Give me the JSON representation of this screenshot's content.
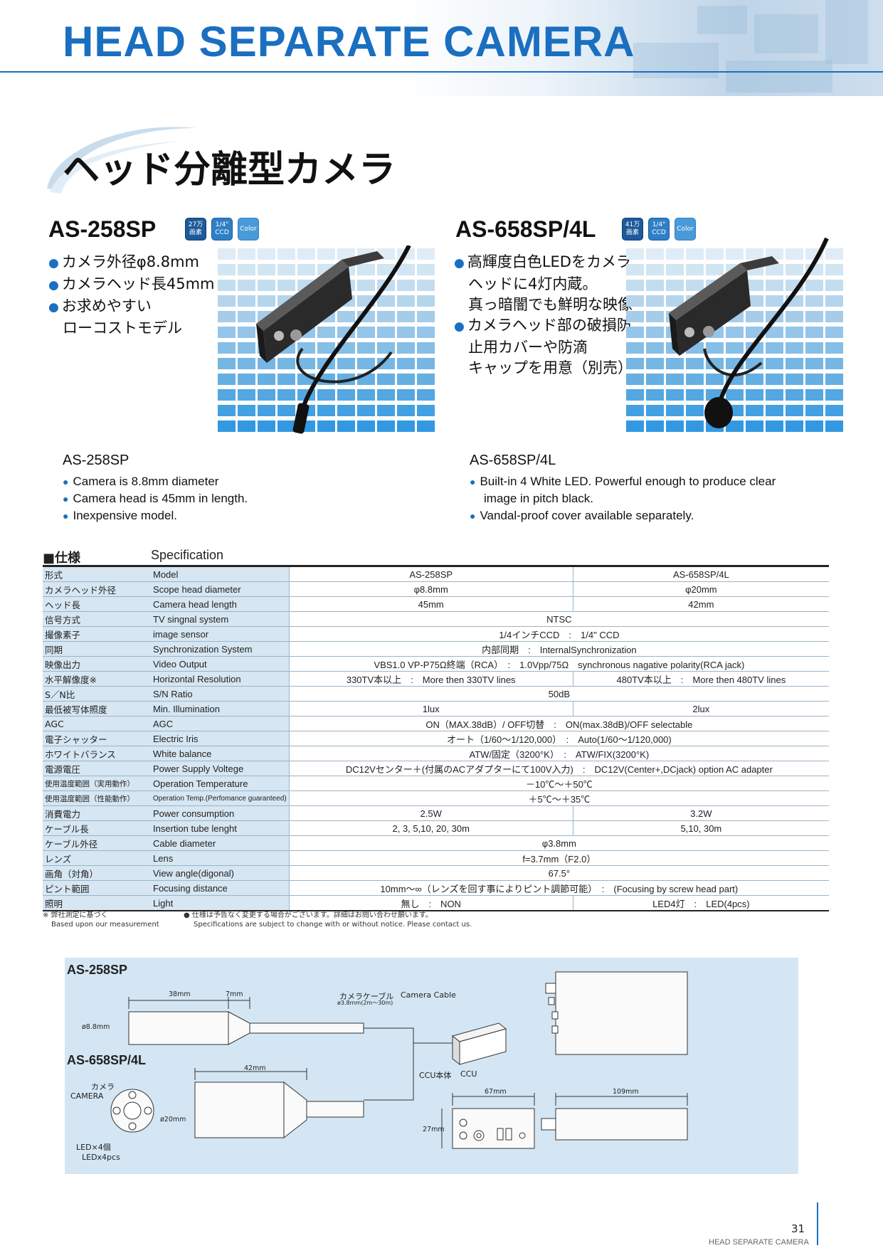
{
  "header": {
    "title": "HEAD SEPARATE CAMERA",
    "jp_title": "ヘッド分離型カメラ"
  },
  "products": [
    {
      "model": "AS-258SP",
      "badges": [
        {
          "line1": "27万",
          "line2": "画素"
        },
        {
          "line1": "1/4\"",
          "line2": "CCD"
        },
        {
          "line1": "Color",
          "line2": ""
        }
      ],
      "features_jp": [
        "カメラ外径φ8.8mm",
        "カメラヘッド長45mm",
        "お求めやすい",
        "ローコストモデル"
      ],
      "model_en": "AS-258SP",
      "features_en": [
        "Camera is 8.8mm diameter",
        "Camera head is 45mm in length.",
        "Inexpensive model."
      ]
    },
    {
      "model": "AS-658SP/4L",
      "badges": [
        {
          "line1": "41万",
          "line2": "画素"
        },
        {
          "line1": "1/4\"",
          "line2": "CCD"
        },
        {
          "line1": "Color",
          "line2": ""
        }
      ],
      "features_jp": [
        "高輝度白色LEDをカメラ",
        "ヘッドに4灯内蔵。",
        "真っ暗闇でも鮮明な映像",
        "カメラヘッド部の破損防",
        "止用カバーや防滴",
        "キャップを用意（別売）"
      ],
      "model_en": "AS-658SP/4L",
      "features_en": [
        "Built-in 4 White LED. Powerful enough to produce clear",
        "image in pitch black.",
        "Vandal-proof cover available separately."
      ]
    }
  ],
  "spec": {
    "heading_jp": "■仕様",
    "heading_en": "Specification",
    "rows": [
      {
        "jp": "形式",
        "en": "Model",
        "a": "AS-258SP",
        "b": "AS-658SP/4L"
      },
      {
        "jp": "カメラヘッド外径",
        "en": "Scope head diameter",
        "a": "φ8.8mm",
        "b": "φ20mm"
      },
      {
        "jp": "ヘッド長",
        "en": "Camera head length",
        "a": "45mm",
        "b": "42mm"
      },
      {
        "jp": "信号方式",
        "en": "TV singnal system",
        "both": "NTSC"
      },
      {
        "jp": "撮像素子",
        "en": "image sensor",
        "both": "1/4インチCCD　:　1/4\" CCD"
      },
      {
        "jp": "同期",
        "en": "Synchronization System",
        "both": "内部同期　:　InternalSynchronization"
      },
      {
        "jp": "映像出力",
        "en": "Video Output",
        "both": "VBS1.0 VP-P75Ω終端（RCA）　:　1.0Vpp/75Ω　synchronous nagative polarity(RCA jack)"
      },
      {
        "jp": "水平解像度※",
        "en": "Horizontal Resolution",
        "a": "330TV本以上　:　More then 330TV lines",
        "b": "480TV本以上　:　More then 480TV lines"
      },
      {
        "jp": "S／N比",
        "en": "S/N Ratio",
        "both": "50dB"
      },
      {
        "jp": "最低被写体照度",
        "en": "Min. Illumination",
        "a": "1lux",
        "b": "2lux"
      },
      {
        "jp": "AGC",
        "en": "AGC",
        "both": "ON（MAX.38dB）/ OFF切替　:　ON(max.38dB)/OFF selectable"
      },
      {
        "jp": "電子シャッター",
        "en": "Electric Iris",
        "both": "オート（1/60～1/120,000）　:　Auto(1/60～1/120,000)"
      },
      {
        "jp": "ホワイトバランス",
        "en": "White balance",
        "both": "ATW/固定（3200°K）　:　ATW/FIX(3200°K)"
      },
      {
        "jp": "電源電圧",
        "en": "Power Supply Voltege",
        "both": "DC12Vセンター＋(付属のACアダプターにて100V入力)　:　DC12V(Center+,DCjack) option AC adapter"
      },
      {
        "jp": "使用温度範囲（実用動作）",
        "en": "Operation Temperature",
        "both": "－10℃～＋50℃"
      },
      {
        "jp": "使用温度範囲（性能動作）",
        "en": "Operation Temp.(Perfomance guaranteed)",
        "both": "＋5℃～＋35℃"
      },
      {
        "jp": "消費電力",
        "en": "Power consumption",
        "a": "2.5W",
        "b": "3.2W"
      },
      {
        "jp": "ケーブル長",
        "en": "Insertion tube lenght",
        "a": "2, 3, 5,10, 20, 30m",
        "b": "5,10, 30m"
      },
      {
        "jp": "ケーブル外径",
        "en": "Cable diameter",
        "both": "φ3.8mm"
      },
      {
        "jp": "レンズ",
        "en": "Lens",
        "both": "f=3.7mm（F2.0）"
      },
      {
        "jp": "画角（対角）",
        "en": "View angle(digonal)",
        "both": "67.5°"
      },
      {
        "jp": "ピント範囲",
        "en": "Focusing distance",
        "both": "10mm～∞（レンズを回す事によりピント調節可能）　:　(Focusing by screw head part)"
      },
      {
        "jp": "照明",
        "en": "Light",
        "a": "無し　:　NON",
        "b": "LED4灯　:　LED(4pcs)"
      }
    ],
    "note1_jp": "※ 弊社測定に基づく",
    "note1_en": "Based upon our measurement",
    "note2_jp": "● 仕様は予告なく変更する場合がございます。詳細はお問い合わせ願います。",
    "note2_en": "Specifications are subject to change with or without notice. Please contact us."
  },
  "diagram": {
    "model_a": "AS-258SP",
    "model_b": "AS-658SP/4L",
    "dim_38": "38mm",
    "dim_7": "7mm",
    "dim_88": "ø8.8mm",
    "cable_jp": "カメラケーブル",
    "cable_en": "Camera Cable",
    "cable_spec": "ø3.8mm(2m～30m)",
    "ccu_jp": "CCU本体",
    "ccu_en": "CCU",
    "dim_42": "42mm",
    "camera_jp": "カメラ",
    "camera_en": "CAMERA",
    "dim_20": "ø20mm",
    "led_jp": "LED×4個",
    "led_en": "LEDx4pcs",
    "dim_67": "67mm",
    "dim_109": "109mm",
    "dim_27": "27mm"
  },
  "footer": {
    "page": "31",
    "title": "HEAD SEPARATE CAMERA"
  },
  "colors": {
    "accent": "#1a6fc0",
    "table_label_bg": "#d6e6f2",
    "diagram_bg": "#d4e6f3"
  }
}
